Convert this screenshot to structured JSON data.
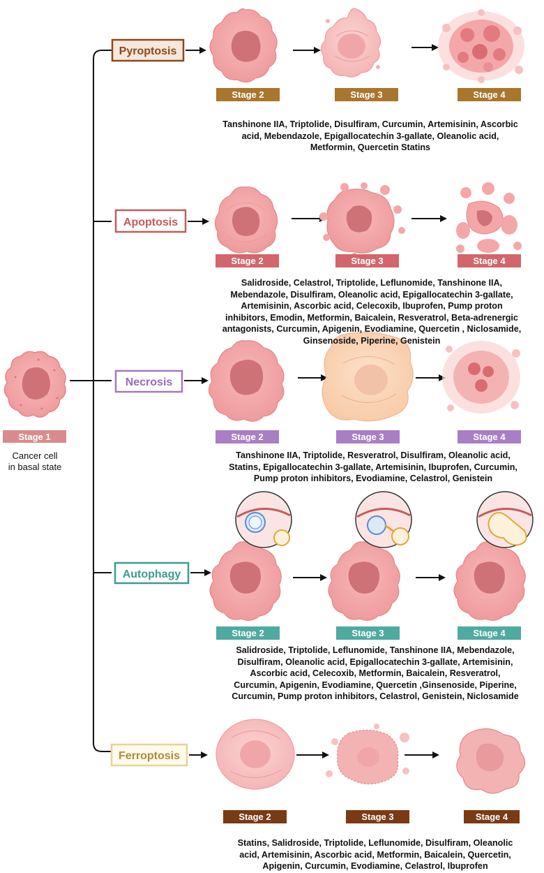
{
  "stage1": {
    "label": "Stage 1",
    "caption_line1": "Cancer cell",
    "caption_line2": "in basal state",
    "color": "#d98b8b"
  },
  "rows": [
    {
      "process": "Pyroptosis",
      "border_color": "#8a4a1c",
      "fill_color": "#f8e8dc",
      "text_color": "#8a4a1c",
      "stage_color": "#a8762c",
      "stages": [
        "Stage 2",
        "Stage 3",
        "Stage 4"
      ],
      "drugs": [
        "Tanshinone IIA, Triptolide, Disulfiram, Curcumin, Artemisinin, Ascorbic",
        "acid,  Mebendazole, Epigallocatechin 3-gallate, Oleanolic acid,",
        "Metformin, Quercetin Statins"
      ]
    },
    {
      "process": "Apoptosis",
      "border_color": "#c45c5c",
      "fill_color": "#ffffff",
      "text_color": "#c45c5c",
      "stage_color": "#d2666a",
      "stages": [
        "Stage 2",
        "Stage 3",
        "Stage 4"
      ],
      "drugs": [
        "Salidroside, Celastrol, Triptolide, Leflunomide, Tanshinone IIA,",
        "Mebendazole,  Disulfiram, Oleanolic acid, Epigallocatechin 3-gallate,",
        "Artemisinin,  Ascorbic acid, Celecoxib, Ibuprofen, Pump proton",
        "inhibitors, Emodin, Metformin,  Baicalein, Resveratrol, Beta-adrenergic",
        "antagonists, Curcumin, Apigenin,  Evodiamine, Quercetin , Niclosamide,",
        "Ginsenoside, Piperine, Genistein"
      ]
    },
    {
      "process": "Necrosis",
      "border_color": "#a678c2",
      "fill_color": "#ffffff",
      "text_color": "#9a6ab8",
      "stage_color": "#a97fc4",
      "stages": [
        "Stage 2",
        "Stage 3",
        "Stage 4"
      ],
      "drugs": [
        "Tanshinone IIA, Triptolide, Resveratrol, Disulfiram, Oleanolic acid,",
        "Statins, Epigallocatechin 3-gallate, Artemisinin, Ibuprofen, Curcumin,",
        "Pump proton inhibitors, Evodiamine, Celastrol, Genistein"
      ]
    },
    {
      "process": "Autophagy",
      "border_color": "#3e9a94",
      "fill_color": "#ffffff",
      "text_color": "#3e9a94",
      "stage_color": "#4faaa0",
      "stages": [
        "Stage 2",
        "Stage 3",
        "Stage 4"
      ],
      "drugs": [
        "Salidroside, Triptolide, Leflunomide, Tanshinone IIA, Mebendazole,",
        "Disulfiram, Oleanolic acid, Epigallocatechin 3-gallate, Artemisinin,",
        "Ascorbic acid, Celecoxib, Metformin,  Baicalein, Resveratrol,",
        "Curcumin, Apigenin,  Evodiamine, Quercetin ,Ginsenoside, Piperine,",
        "Curcumin, Pump proton inhibitors, Celastrol, Genistein, Niclosamide"
      ]
    },
    {
      "process": "Ferroptosis",
      "border_color": "#e6d39a",
      "fill_color": "#fffbea",
      "text_color": "#b08a3a",
      "stage_color": "#7a3a14",
      "stages": [
        "Stage 2",
        "Stage 3",
        "Stage 4"
      ],
      "drugs": [
        "Statins, Salidroside, Triptolide, Leflunomide, Disulfiram, Oleanolic",
        "acid, Artemisinin, Ascorbic acid, Metformin, Baicalein, Quercetin,",
        "Apigenin, Curcumin, Evodiamine, Celastrol, Ibuprofen"
      ]
    }
  ]
}
